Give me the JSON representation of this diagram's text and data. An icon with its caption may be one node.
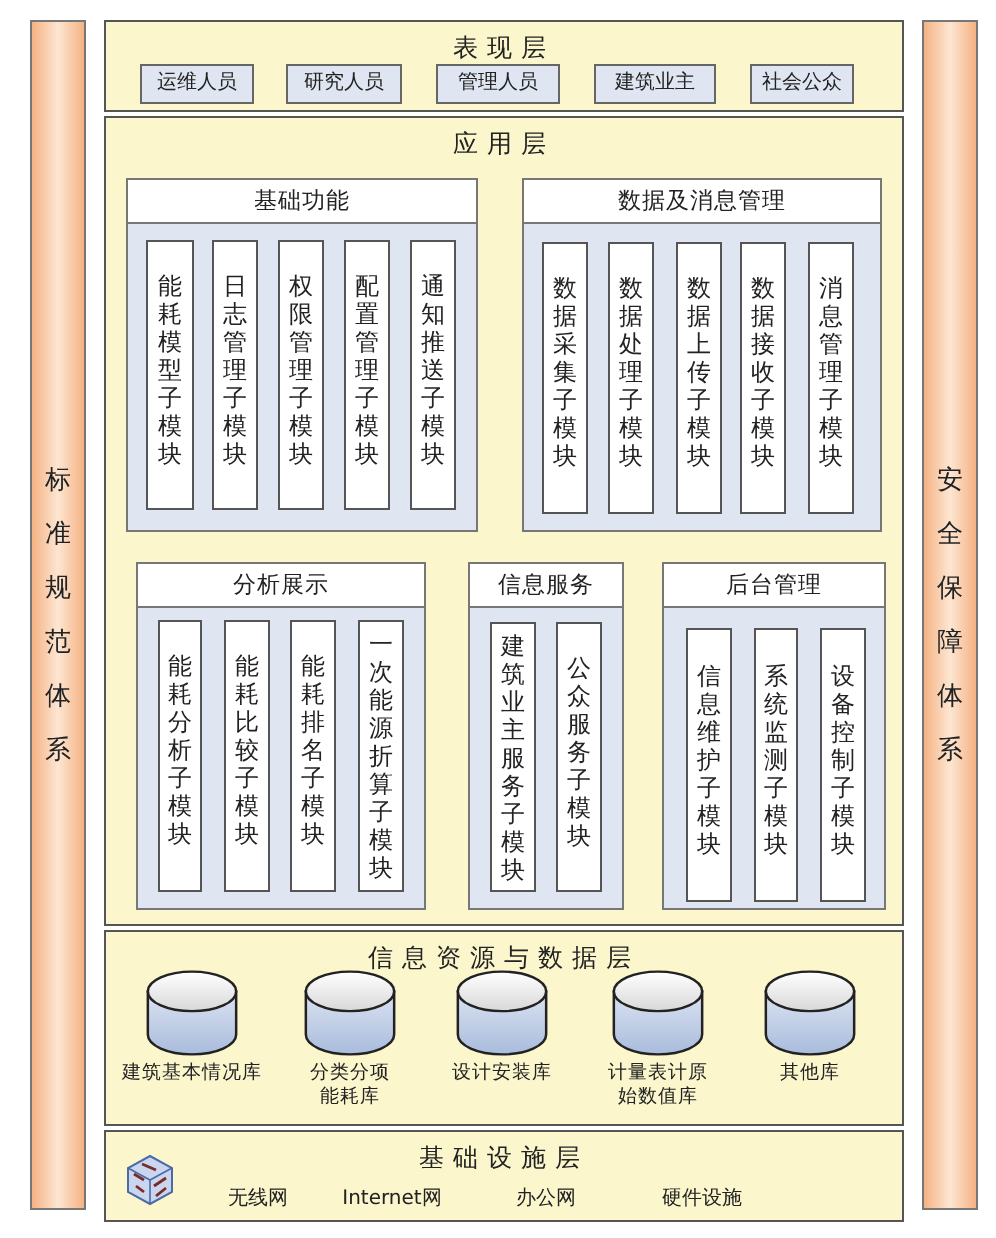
{
  "diagram": {
    "nodes": [
      {
        "text": [
          "标准规范体系"
        ]
      },
      {
        "text": [
          "表现层"
        ]
      },
      {
        "text": [
          "运维人员"
        ],
        "in": 1
      },
      {
        "text": [
          "研究人员"
        ],
        "in": 1
      },
      {
        "text": [
          "管理人员"
        ],
        "in": 1
      },
      {
        "text": [
          "建筑业主"
        ],
        "in": 1
      },
      {
        "text": [
          "社会公众"
        ],
        "in": 1
      },
      {
        "text": [
          "应用层"
        ]
      },
      {
        "text": [
          "基础功能"
        ],
        "in": 7
      },
      {
        "text": [
          "能耗模型子模块"
        ],
        "in": 8
      },
      {
        "text": [
          "日志管理子模块"
        ],
        "in": 8
      },
      {
        "text": [
          "权限管理子模块"
        ],
        "in": 8
      },
      {
        "text": [
          "配置管理子模块"
        ],
        "in": 8
      },
      {
        "text": [
          "通知推送子模块"
        ],
        "in": 8
      },
      {
        "text": [
          "数据及消息管理"
        ],
        "in": 7
      },
      {
        "text": [
          "数据采集子模块"
        ],
        "in": 14
      },
      {
        "text": [
          "数据处理子模块"
        ],
        "in": 14
      },
      {
        "text": [
          "数据上传子模块"
        ],
        "in": 14
      },
      {
        "text": [
          "数据接收子模块"
        ],
        "in": 14
      },
      {
        "text": [
          "消息管理子模块"
        ],
        "in": 14
      },
      {
        "text": [
          "分析展示"
        ],
        "in": 7
      },
      {
        "text": [
          "能耗分析子模块"
        ],
        "in": 20
      },
      {
        "text": [
          "能耗比较子模块"
        ],
        "in": 20
      },
      {
        "text": [
          "能耗排名子模块"
        ],
        "in": 20
      },
      {
        "text": [
          "一次能源折算子模块"
        ],
        "in": 20
      },
      {
        "text": [
          "信息服务"
        ],
        "in": 7
      },
      {
        "text": [
          "建筑业主服务子模块"
        ],
        "in": 25
      },
      {
        "text": [
          "公众服务子模块"
        ],
        "in": 25
      },
      {
        "text": [
          "后台管理"
        ],
        "in": 7
      },
      {
        "text": [
          "信息维护子模块"
        ],
        "in": 28
      },
      {
        "text": [
          "系统监测子模块"
        ],
        "in": 28
      },
      {
        "text": [
          "设备控制子模块"
        ],
        "in": 28
      },
      {
        "text": [
          "信息资源与数据层"
        ]
      },
      {
        "text": [
          "建筑基本情况库"
        ],
        "in": 32
      },
      {
        "text": [
          "分类分项能耗库"
        ],
        "in": 32
      },
      {
        "text": [
          "设计安装库"
        ],
        "in": 32
      },
      {
        "text": [
          "计量表计原始数值库"
        ],
        "in": 32
      },
      {
        "text": [
          "其他库"
        ],
        "in": 32
      },
      {
        "text": [
          "基础设施层",
          "无线网",
          "Internet网",
          "办公网",
          "硬件设施"
        ]
      },
      {
        "text": [
          "安全保障体系"
        ]
      }
    ]
  }
}
